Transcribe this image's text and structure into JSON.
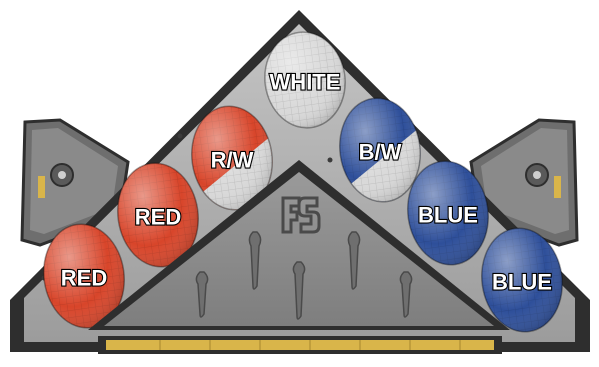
{
  "lamps": [
    {
      "label": "WHITE",
      "color": "#d9d9d9",
      "color_right": "#d9d9d9",
      "split": false
    },
    {
      "label": "R/W",
      "color": "#d8452a",
      "color_right": "#d9d9d9",
      "split": true
    },
    {
      "label": "B/W",
      "color": "#2e4f9a",
      "color_right": "#d9d9d9",
      "split": true
    },
    {
      "label": "RED",
      "color": "#d8452a",
      "color_right": "#d8452a",
      "split": false
    },
    {
      "label": "BLUE",
      "color": "#2e4f9a",
      "color_right": "#2e4f9a",
      "split": false
    },
    {
      "label": "RED",
      "color": "#d8452a",
      "color_right": "#d8452a",
      "split": false
    },
    {
      "label": "BLUE",
      "color": "#2e4f9a",
      "color_right": "#2e4f9a",
      "split": false
    }
  ],
  "colors": {
    "frame": "#2e2e2e",
    "panel": "#a9a9a9",
    "center_panel": "#8f8f8f",
    "amber_strip": "#d9b54a"
  },
  "logo_icon": "fs-logo-icon"
}
